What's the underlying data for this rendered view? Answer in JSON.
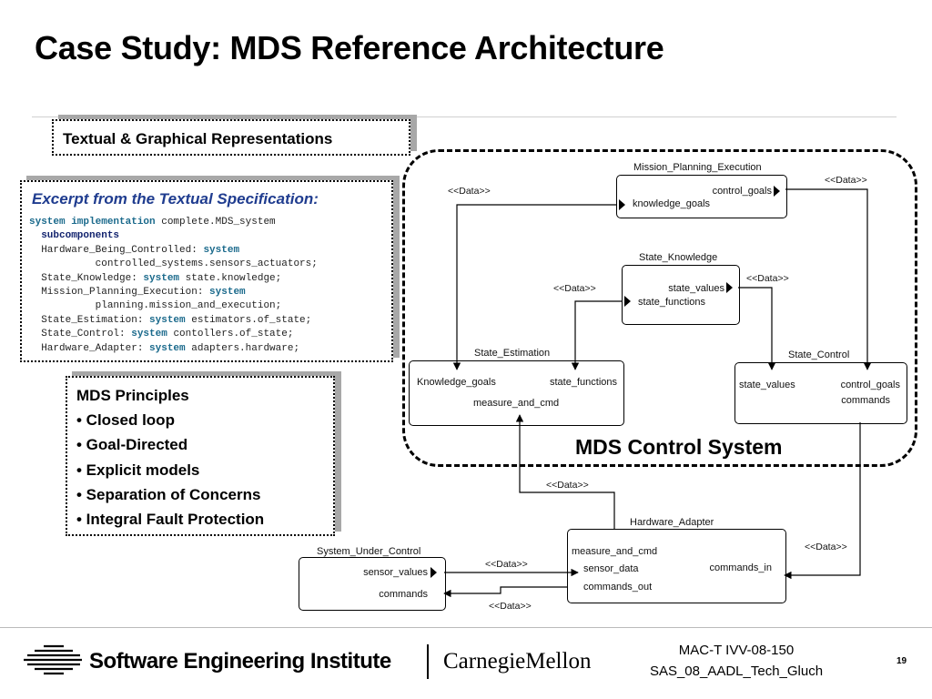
{
  "title": "Case Study: MDS Reference Architecture",
  "textual_graphical": "Textual & Graphical Representations",
  "spec": {
    "header": "Excerpt from the Textual Specification:",
    "line1_kw": "system implementation",
    "line1_rest": " complete.MDS_system",
    "line2_kw": "subcomponents",
    "hw_name": "Hardware_Being_Controlled: ",
    "hw_path": "controlled_systems.sensors_actuators;",
    "sk_name": "State_Knowledge: ",
    "sk_path": " state.knowledge;",
    "mpe_name": "Mission_Planning_Execution: ",
    "mpe_path": "planning.mission_and_execution;",
    "se_name": "State_Estimation: ",
    "se_path": " estimators.of_state;",
    "sc_name": "State_Control: ",
    "sc_path": " contollers.of_state;",
    "ha_name": "Hardware_Adapter: ",
    "ha_path": " adapters.hardware;",
    "system_kw": "system"
  },
  "principles": {
    "heading": "MDS Principles",
    "items": [
      "• Closed loop",
      "• Goal-Directed",
      "• Explicit models",
      "• Separation of Concerns",
      "• Integral Fault Protection"
    ]
  },
  "diagram": {
    "control_system_label": "MDS Control System",
    "data_stereotype": "<<Data>>",
    "blocks": {
      "mpe": {
        "title": "Mission_Planning_Execution",
        "ports": [
          "control_goals",
          "knowledge_goals"
        ]
      },
      "sk": {
        "title": "State_Knowledge",
        "ports": [
          "state_values",
          "state_functions"
        ]
      },
      "se": {
        "title": "State_Estimation",
        "ports": [
          "Knowledge_goals",
          "state_functions",
          "measure_and_cmd"
        ]
      },
      "sc": {
        "title": "State_Control",
        "ports": [
          "state_values",
          "control_goals",
          "commands"
        ]
      },
      "ha": {
        "title": "Hardware_Adapter",
        "ports": [
          "measure_and_cmd",
          "sensor_data",
          "commands_out",
          "commands_in"
        ]
      },
      "suc": {
        "title": "System_Under_Control",
        "ports": [
          "sensor_values",
          "commands"
        ]
      }
    }
  },
  "footer": {
    "sei": "Software Engineering Institute",
    "cmu": "CarnegieMellon",
    "ref1": "MAC-T IVV-08-150",
    "ref2": "SAS_08_AADL_Tech_Gluch",
    "page": "19"
  }
}
